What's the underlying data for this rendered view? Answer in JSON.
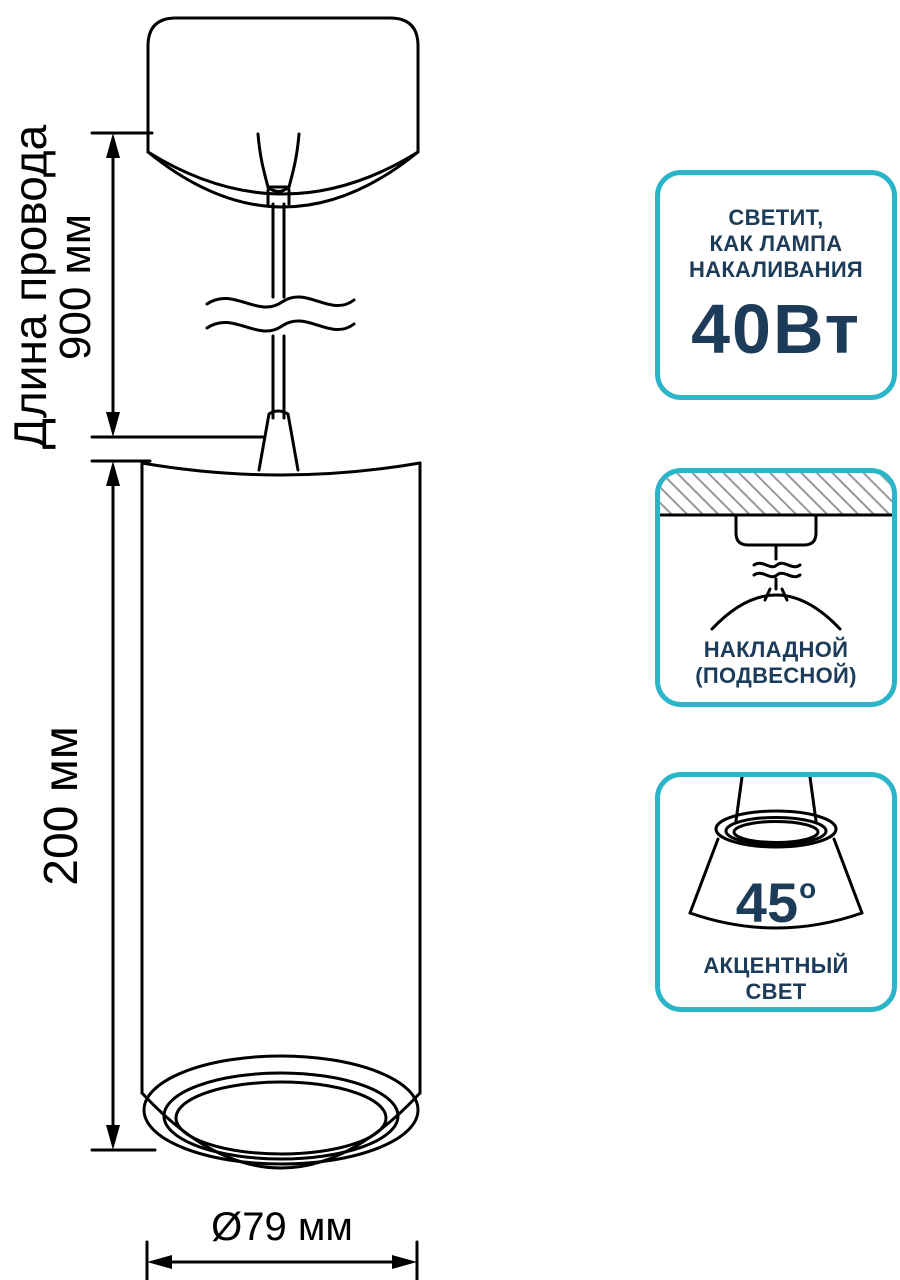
{
  "colors": {
    "accent": "#2bb5c8",
    "text": "#1d3c59",
    "line": "#000000",
    "hatch": "#94999e"
  },
  "dimensions": {
    "cord_label": "Длина провода",
    "cord_length": "900 мм",
    "body_length": "200 мм",
    "diameter": "Ø79 мм"
  },
  "badges": {
    "wattage": {
      "caption_line1": "СВЕТИТ,",
      "caption_line2": "КАК ЛАМПА",
      "caption_line3": "НАКАЛИВАНИЯ",
      "value": "40Вт"
    },
    "mount": {
      "caption_line1": "НАКЛАДНОЙ",
      "caption_line2": "(ПОДВЕСНОЙ)"
    },
    "beam": {
      "angle_value": "45",
      "angle_unit": "o",
      "caption_line1": "АКЦЕНТНЫЙ",
      "caption_line2": "СВЕТ"
    }
  }
}
